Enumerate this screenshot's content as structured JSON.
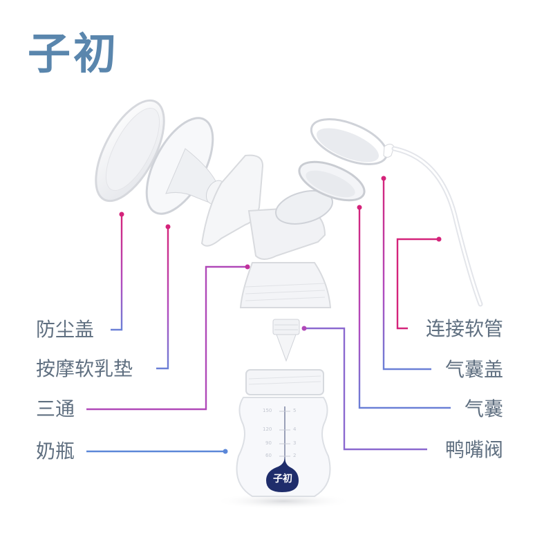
{
  "brand": {
    "logo_text": "子初",
    "logo_color": "#5a86ad"
  },
  "labels_left": [
    {
      "id": "dust-cover",
      "text": "防尘盖"
    },
    {
      "id": "massage-pad",
      "text": "按摩软乳垫"
    },
    {
      "id": "tee-connector",
      "text": "三通"
    },
    {
      "id": "bottle",
      "text": "奶瓶"
    }
  ],
  "labels_right": [
    {
      "id": "connecting-tube",
      "text": "连接软管"
    },
    {
      "id": "airbag-cover",
      "text": "气囊盖"
    },
    {
      "id": "airbag",
      "text": "气囊"
    },
    {
      "id": "duckbill-valve",
      "text": "鸭嘴阀"
    }
  ],
  "bottle_badge": {
    "text": "子初",
    "color": "#1f2d6b"
  },
  "bottle_scale": {
    "ml": [
      "150",
      "120",
      "90",
      "60"
    ],
    "oz": [
      "5",
      "4",
      "3",
      "2"
    ]
  },
  "colors": {
    "leader_top": "#d4237a",
    "leader_mid": "#a955c4",
    "leader_bottom": "#5b87d8",
    "label_text": "#5f6f80"
  }
}
